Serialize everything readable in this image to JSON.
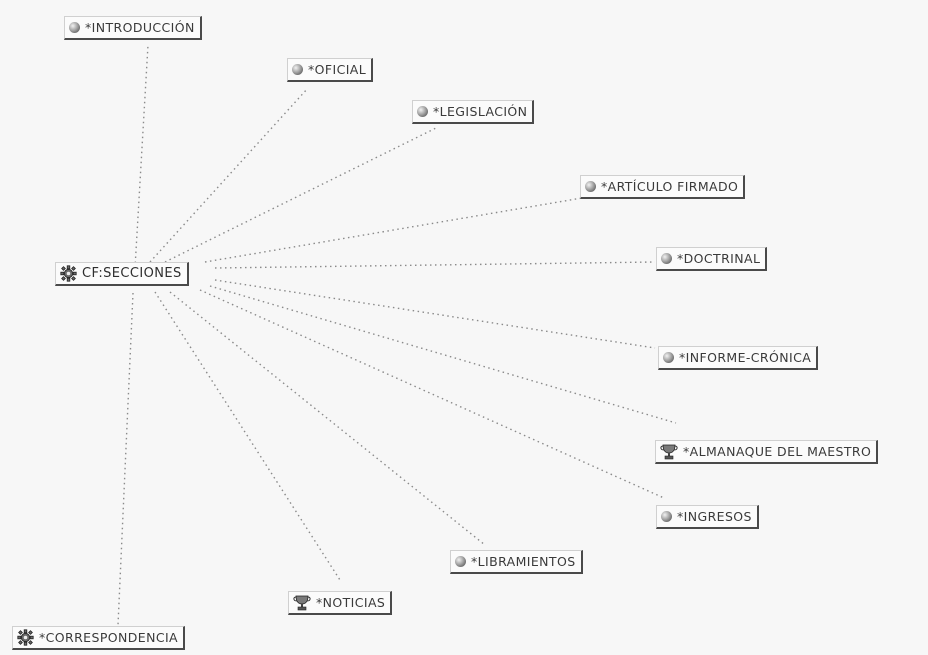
{
  "center": {
    "label": "CF:SECCIONES",
    "icon": "gear-icon"
  },
  "nodes": [
    {
      "id": "introduccion",
      "label": "*INTRODUCCIÓN",
      "icon": "ball-icon"
    },
    {
      "id": "oficial",
      "label": "*OFICIAL",
      "icon": "ball-icon"
    },
    {
      "id": "legislacion",
      "label": "*LEGISLACIÓN",
      "icon": "ball-icon"
    },
    {
      "id": "articulo-firmado",
      "label": "*ARTÍCULO FIRMADO",
      "icon": "ball-icon"
    },
    {
      "id": "doctrinal",
      "label": "*DOCTRINAL",
      "icon": "ball-icon"
    },
    {
      "id": "informe-cronica",
      "label": "*INFORME-CRÓNICA",
      "icon": "ball-icon"
    },
    {
      "id": "almanaque",
      "label": "*ALMANAQUE DEL MAESTRO",
      "icon": "trophy-icon"
    },
    {
      "id": "ingresos",
      "label": "*INGRESOS",
      "icon": "ball-icon"
    },
    {
      "id": "libramientos",
      "label": "*LIBRAMIENTOS",
      "icon": "ball-icon"
    },
    {
      "id": "noticias",
      "label": "*NOTICIAS",
      "icon": "trophy-icon"
    },
    {
      "id": "correspondencia",
      "label": "*CORRESPONDENCIA",
      "icon": "gear-icon"
    }
  ]
}
